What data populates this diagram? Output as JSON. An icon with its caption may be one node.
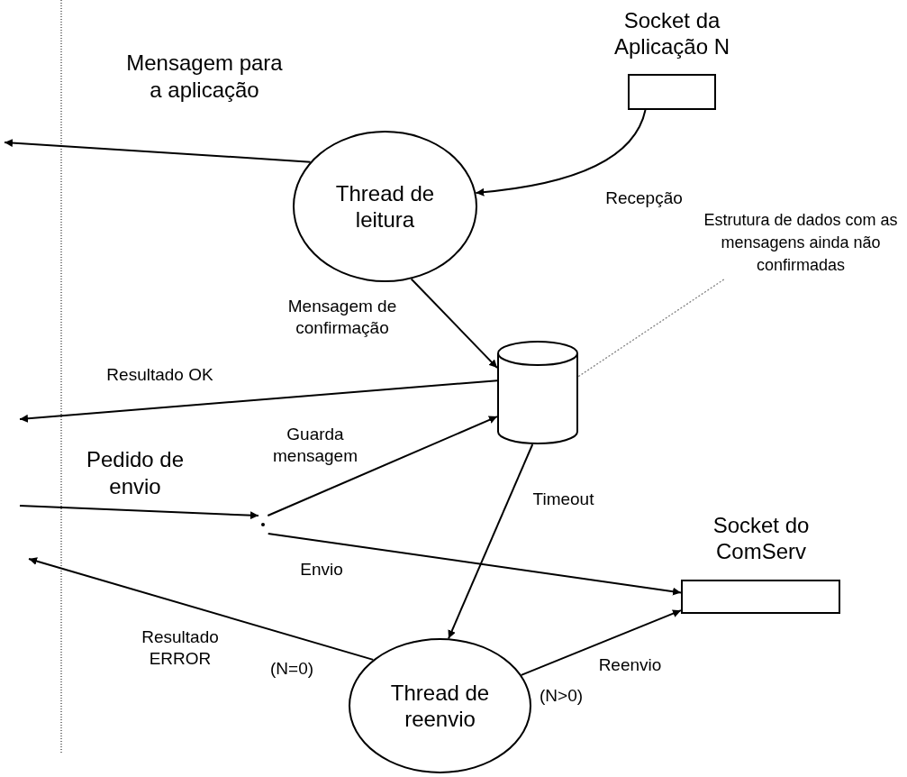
{
  "diagram": {
    "nodes": [
      {
        "text": [
          "Socket da Aplicação N"
        ]
      },
      {
        "text": [
          "Thread de leitura"
        ]
      },
      {
        "text": [],
        "shape": "cylinder"
      },
      {
        "text": [
          "Estrutura de dados com as mensagens ainda não confirmadas"
        ]
      },
      {
        "text": [],
        "shape": "point"
      },
      {
        "text": [
          "Socket do ComServ"
        ]
      },
      {
        "text": [
          "Thread de reenvio"
        ]
      }
    ],
    "edges": [
      {
        "from": 1,
        "to": null,
        "arrow": "to",
        "label": "Mensagem para a aplicação"
      },
      {
        "from": 0,
        "to": 1,
        "arrow": "to",
        "label": "Recepção"
      },
      {
        "from": 1,
        "to": 2,
        "arrow": "to",
        "label": "Mensagem de confirmação"
      },
      {
        "from": 2,
        "to": null,
        "arrow": "to",
        "label": "Resultado OK"
      },
      {
        "from": null,
        "to": 4,
        "arrow": "to",
        "label": "Pedido de envio"
      },
      {
        "from": 4,
        "to": 2,
        "arrow": "to",
        "label": "Guarda mensagem"
      },
      {
        "from": 4,
        "to": 5,
        "arrow": "to",
        "label": "Envio"
      },
      {
        "from": 2,
        "to": 6,
        "arrow": "to",
        "label": "Timeout"
      },
      {
        "from": 6,
        "to": null,
        "arrow": "to",
        "label": "Resultado ERROR"
      },
      {
        "from": 6,
        "to": 5,
        "arrow": "to",
        "label": "Reenvio"
      },
      {
        "from": 3,
        "to": 2,
        "arrow": "none",
        "style": "dashed",
        "color": "#808080"
      }
    ],
    "labels": [
      "(N=0)",
      "(N>0)"
    ]
  }
}
